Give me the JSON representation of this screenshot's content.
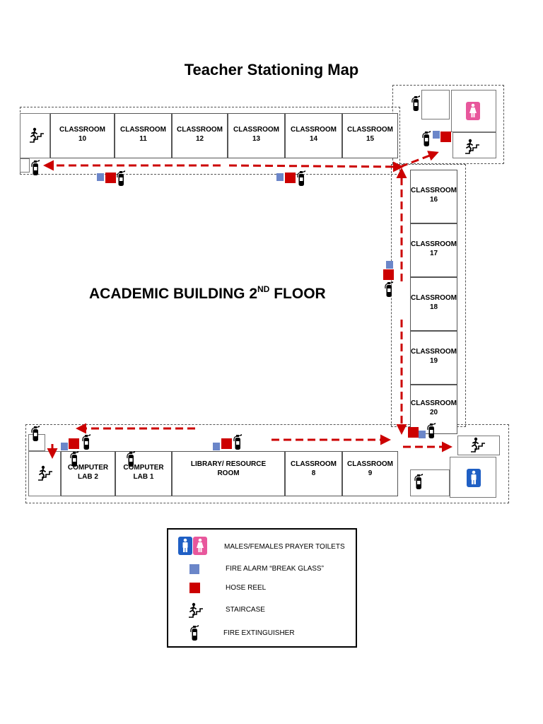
{
  "title": "Teacher Stationing Map",
  "floor_title": {
    "main": "ACADEMIC BUILDING 2",
    "sup": "ND",
    "tail": "FLOOR"
  },
  "rooms": {
    "c10": [
      "CLASSROOM",
      "10"
    ],
    "c11": [
      "CLASSROOM",
      "11"
    ],
    "c12": [
      "CLASSROOM",
      "12"
    ],
    "c13": [
      "CLASSROOM",
      "13"
    ],
    "c14": [
      "CLASSROOM",
      "14"
    ],
    "c15": [
      "CLASSROOM",
      "15"
    ],
    "c16": [
      "CLASSROOM",
      "16"
    ],
    "c17": [
      "CLASSROOM",
      "17"
    ],
    "c18": [
      "CLASSROOM",
      "18"
    ],
    "c19": [
      "CLASSROOM",
      "19"
    ],
    "c20": [
      "CLASSROOM",
      "20"
    ],
    "lab2": [
      "COMPUTER",
      "LAB 2"
    ],
    "lab1": [
      "COMPUTER",
      "LAB 1"
    ],
    "library": [
      "LIBRARY/ RESOURCE",
      "ROOM"
    ],
    "c8": [
      "CLASSROOM",
      "8"
    ],
    "c9": [
      "CLASSROOM",
      "9"
    ]
  },
  "legend": {
    "toilets": "MALES/FEMALES PRAYER TOILETS",
    "alarm": "FIRE ALARM “BREAK GLASS”",
    "hose": "HOSE REEL",
    "staircase": "STAIRCASE",
    "extinguisher": "FIRE EXTINGUISHER"
  },
  "colors": {
    "hose_reel": "#cc0000",
    "fire_alarm": "#6b86c9",
    "evacuation_arrow": "#cc0000",
    "female_toilet": "#e8579c",
    "male_toilet": "#1f5fc4"
  },
  "icons": [
    "staircase-icon",
    "fire-extinguisher-icon",
    "fire-alarm-icon",
    "hose-reel-icon",
    "male-toilet-icon",
    "female-toilet-icon",
    "evacuation-arrow"
  ]
}
